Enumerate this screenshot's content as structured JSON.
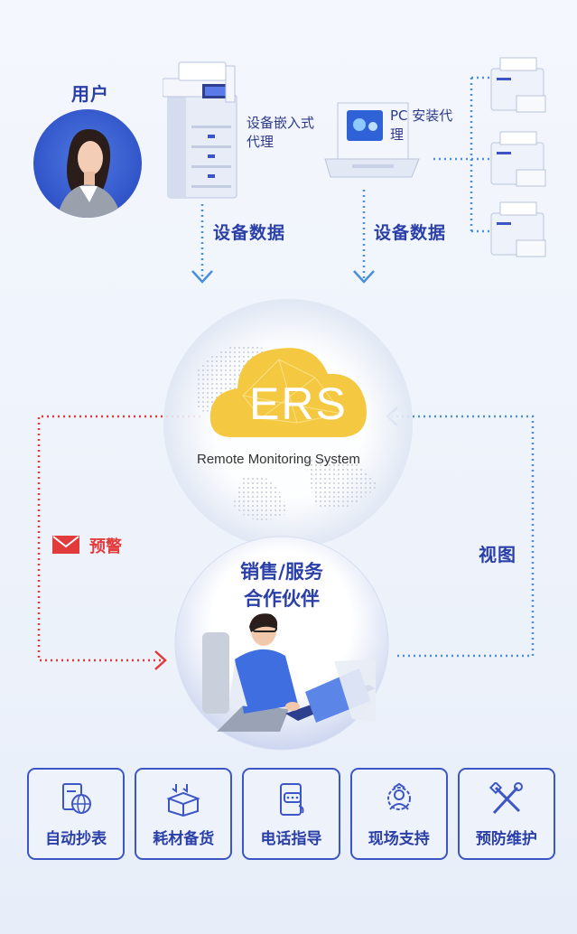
{
  "user": {
    "label": "用户"
  },
  "device_agent": {
    "label": "设备嵌入式代理"
  },
  "pc_agent": {
    "label": "PC 安装代理"
  },
  "flows": {
    "left": "设备数据",
    "right": "设备数据",
    "alert": "预警",
    "view": "视图"
  },
  "ers": {
    "title": "ERS",
    "subtitle": "Remote Monitoring System"
  },
  "partner": {
    "line1": "销售/服务",
    "line2": "合作伙伴"
  },
  "services": [
    {
      "label": "自动抄表",
      "icon": "meter-reading-icon"
    },
    {
      "label": "耗材备货",
      "icon": "supplies-box-icon"
    },
    {
      "label": "电话指导",
      "icon": "phone-guide-icon"
    },
    {
      "label": "现场支持",
      "icon": "onsite-engineer-icon"
    },
    {
      "label": "预防维护",
      "icon": "maintenance-tools-icon"
    }
  ],
  "colors": {
    "primary": "#2a3fa8",
    "alert": "#e23b3b",
    "cloud": "#f5c842",
    "flow": "#4a8fd8"
  }
}
